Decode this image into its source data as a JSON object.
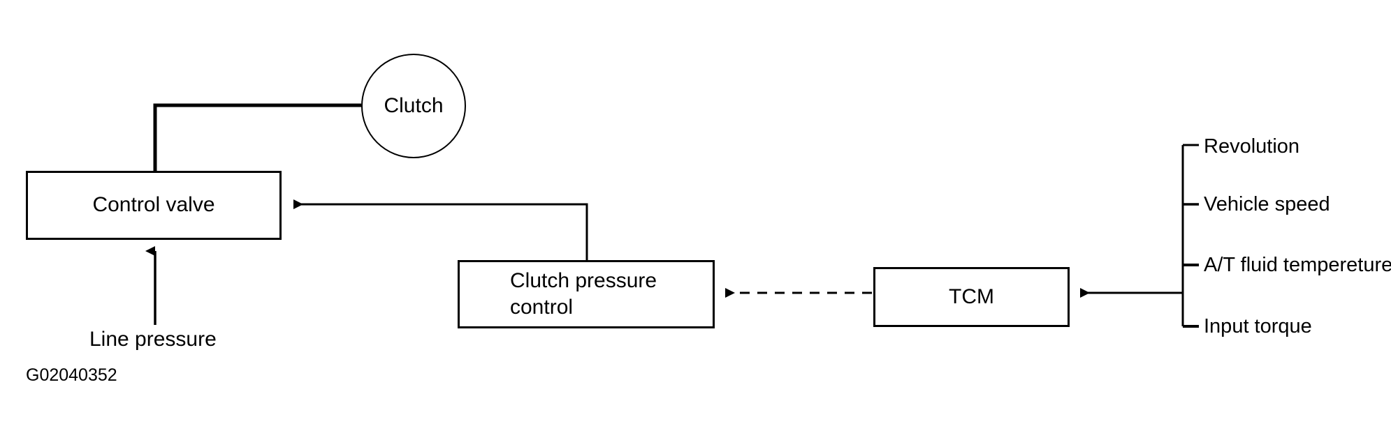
{
  "figure": {
    "id_code": "G02040352",
    "nodes": {
      "clutch": {
        "label": "Clutch",
        "shape": "circle"
      },
      "control_valve": {
        "label": "Control valve",
        "shape": "rect"
      },
      "clutch_pressure_control": {
        "label": "Clutch pressure\ncontrol",
        "shape": "rect"
      },
      "tcm": {
        "label": "TCM",
        "shape": "rect"
      }
    },
    "inputs": {
      "line_pressure": {
        "label": "Line pressure"
      }
    },
    "signals": [
      {
        "label": "Revolution"
      },
      {
        "label": "Vehicle speed"
      },
      {
        "label": "A/T fluid tempereture"
      },
      {
        "label": "Input torque"
      }
    ],
    "colors": {
      "stroke": "#000000",
      "background": "#ffffff",
      "text": "#000000"
    }
  }
}
